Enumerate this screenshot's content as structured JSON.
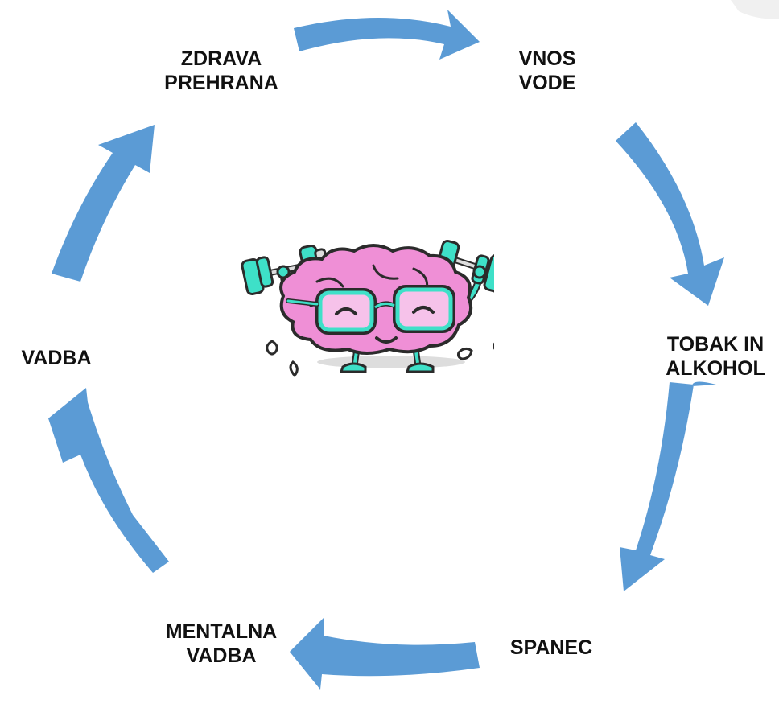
{
  "diagram": {
    "steps": [
      {
        "id": "zdrava-prehrana",
        "lines": [
          "ZDRAVA",
          "PREHRANA"
        ]
      },
      {
        "id": "vnos-vode",
        "lines": [
          "VNOS",
          "VODE"
        ]
      },
      {
        "id": "tobak-in-alkohol",
        "lines": [
          "TOBAK IN",
          "ALKOHOL"
        ]
      },
      {
        "id": "spanec",
        "lines": [
          "SPANEC"
        ]
      },
      {
        "id": "mentalna-vadba",
        "lines": [
          "MENTALNA",
          "VADBA"
        ]
      },
      {
        "id": "vadba",
        "lines": [
          "VADBA"
        ]
      }
    ],
    "center_image": "brain-lifting-dumbbells-illustration"
  },
  "colors": {
    "arrow": "#5b9bd5",
    "label": "#111111",
    "brain": "#ef8fd6",
    "brain_outline": "#2b2b2b",
    "dumbbell": "#3ee0c8"
  }
}
